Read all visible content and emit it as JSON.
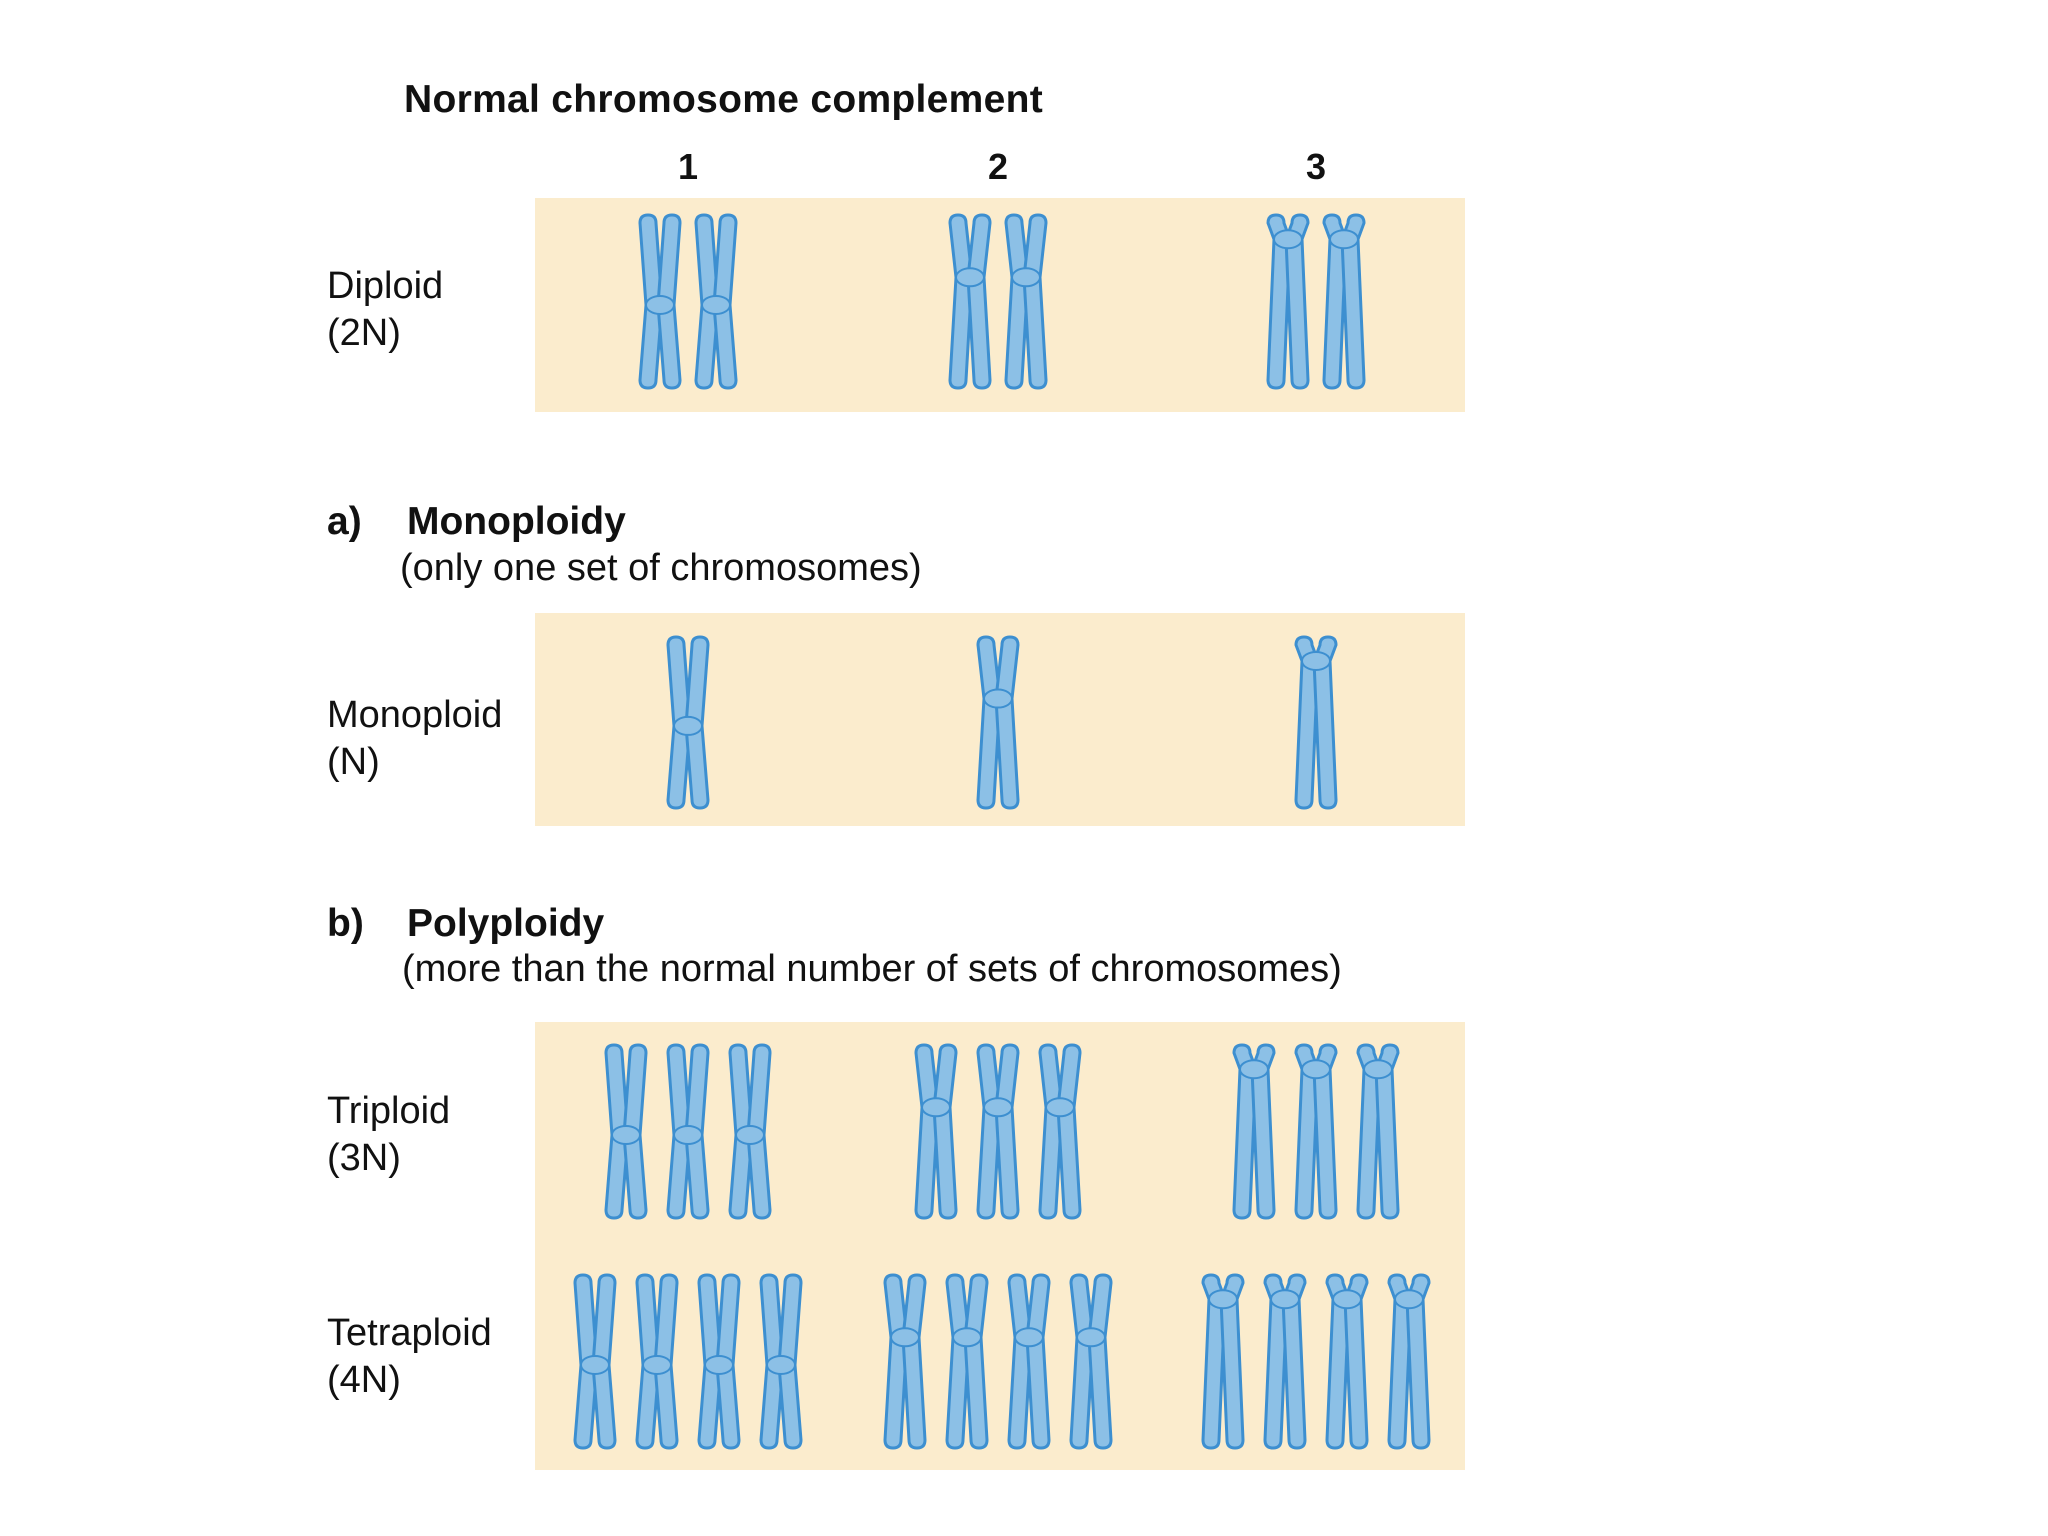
{
  "title": "Normal chromosome complement",
  "columns": [
    "1",
    "2",
    "3"
  ],
  "diploid": {
    "label": "Diploid",
    "notation": "(2N)",
    "copies": 2
  },
  "section_a": {
    "letter": "a)",
    "heading": "Monoploidy",
    "caption": "(only one set of chromosomes)"
  },
  "monoploid": {
    "label": "Monoploid",
    "notation": "(N)",
    "copies": 1
  },
  "section_b": {
    "letter": "b)",
    "heading": "Polyploidy",
    "caption": "(more than the normal number of sets of chromosomes)"
  },
  "triploid": {
    "label": "Triploid",
    "notation": "(3N)",
    "copies": 3
  },
  "tetraploid": {
    "label": "Tetraploid",
    "notation": "(4N)",
    "copies": 4
  },
  "colors": {
    "panel": "#fbeccd",
    "chromosome_fill": "#8cc0e6",
    "chromosome_stroke": "#3d8fd0"
  }
}
